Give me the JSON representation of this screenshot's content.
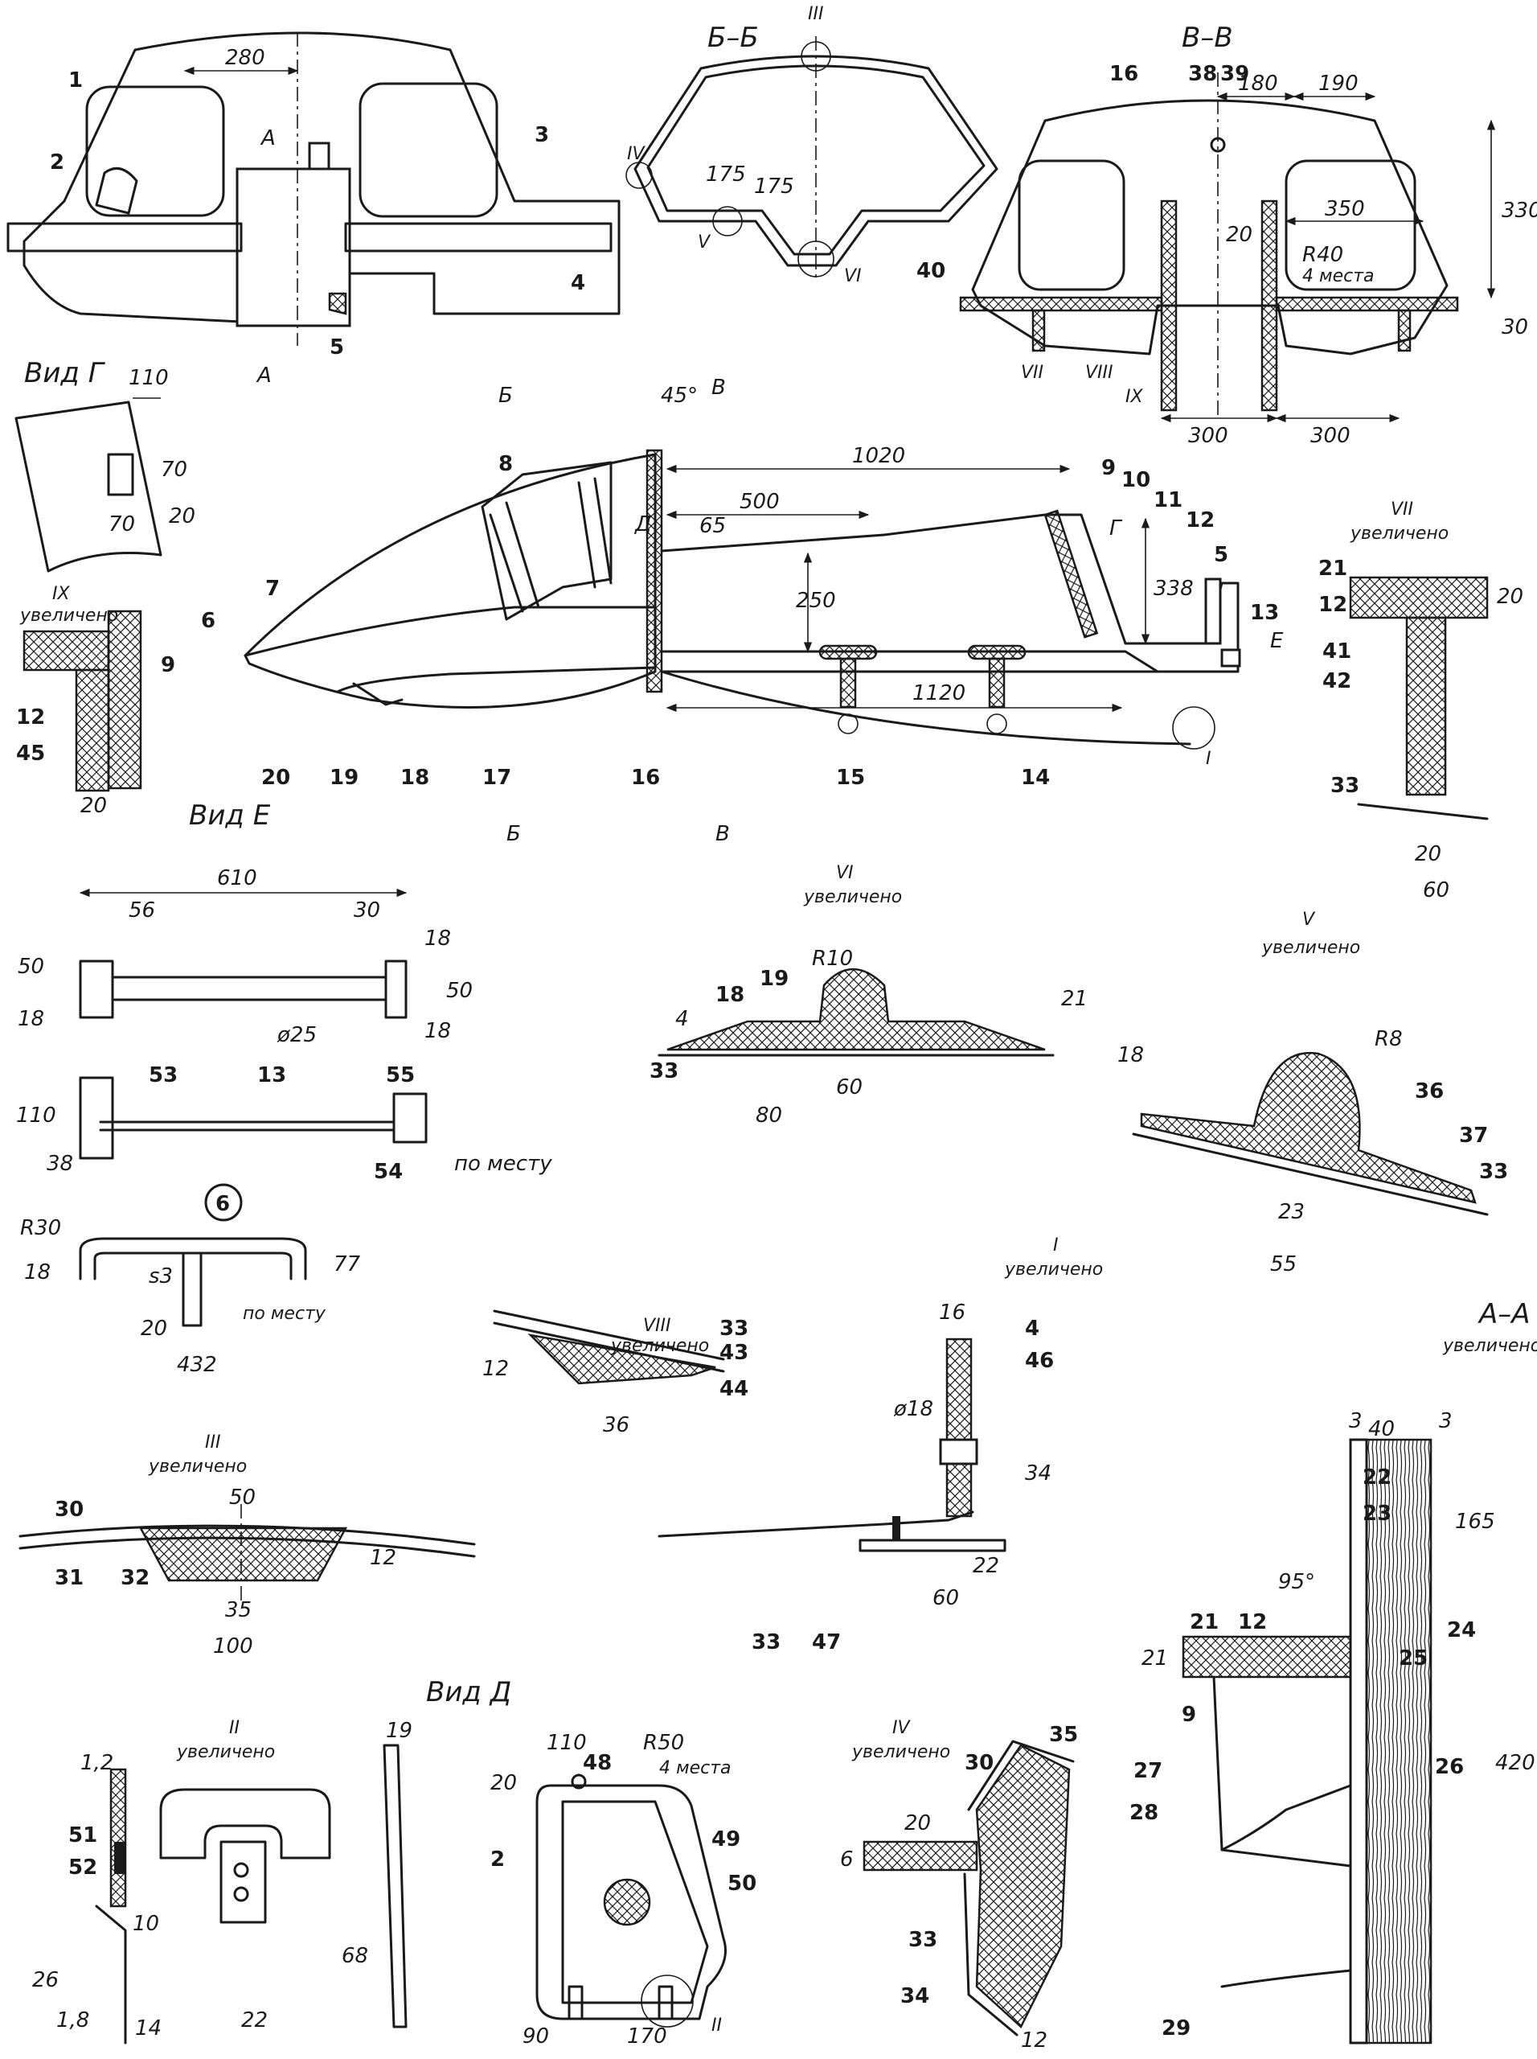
{
  "sections": {
    "bb": "Б–Б",
    "vv": "В–В",
    "view_g": "Вид Г",
    "view_e": "Вид Е",
    "view_d": "Вид Д",
    "aa": "А–А",
    "enlarged": "увеличено"
  },
  "roman": {
    "I": "I",
    "II": "II",
    "III": "III",
    "IV": "IV",
    "V": "V",
    "VI": "VI",
    "VII": "VII",
    "VIII": "VIII",
    "IX": "IX"
  },
  "cut_letters": {
    "A": "А",
    "B": "Б",
    "V": "В",
    "D": "Д",
    "G": "Г",
    "E": "Е"
  },
  "front_view": {
    "dims": [
      "280"
    ],
    "parts": [
      "1",
      "2",
      "3",
      "4",
      "5"
    ]
  },
  "bb_view": {
    "dims": [
      "175",
      "175"
    ]
  },
  "vv_view": {
    "dims": [
      "180",
      "190",
      "350",
      "330",
      "20",
      "R40",
      "4 места",
      "30",
      "300",
      "300"
    ],
    "parts": [
      "16",
      "38",
      "39",
      "40"
    ]
  },
  "view_g_dims": [
    "110",
    "70",
    "70",
    "20"
  ],
  "side_view": {
    "dims": [
      "45°",
      "1020",
      "500",
      "65",
      "250",
      "338",
      "1120"
    ],
    "parts": [
      "5",
      "6",
      "7",
      "8",
      "9",
      "10",
      "11",
      "12",
      "13",
      "14",
      "15",
      "16",
      "17",
      "18",
      "19",
      "20"
    ]
  },
  "ix_detail": {
    "dims": [
      "20"
    ],
    "parts": [
      "9",
      "12",
      "45"
    ]
  },
  "vii_detail": {
    "dims": [
      "20",
      "20",
      "60"
    ],
    "parts": [
      "21",
      "12",
      "41",
      "42",
      "33"
    ]
  },
  "view_e_dims": {
    "top": [
      "610",
      "56",
      "30",
      "50",
      "18",
      "18",
      "50",
      "18",
      "ø25"
    ],
    "mid": [
      "110",
      "38",
      "по месту"
    ],
    "parts": [
      "53",
      "13",
      "55",
      "54"
    ]
  },
  "handle": {
    "number": "6",
    "dims": [
      "R30",
      "18",
      "s3",
      "77",
      "20",
      "432",
      "по месту"
    ]
  },
  "vi_detail": {
    "dims": [
      "R10",
      "21",
      "4",
      "60",
      "80"
    ],
    "parts": [
      "18",
      "19",
      "33"
    ]
  },
  "v_detail": {
    "dims": [
      "18",
      "R8",
      "23",
      "55"
    ],
    "parts": [
      "36",
      "37",
      "33"
    ]
  },
  "viii_detail": {
    "dims": [
      "12",
      "36"
    ],
    "parts": [
      "33",
      "43",
      "44"
    ]
  },
  "i_detail": {
    "dims": [
      "16",
      "ø18",
      "34",
      "22",
      "60"
    ],
    "parts": [
      "4",
      "46",
      "33",
      "47"
    ]
  },
  "iii_detail": {
    "dims": [
      "50",
      "35",
      "12",
      "100"
    ],
    "parts": [
      "30",
      "31",
      "32"
    ]
  },
  "aa_detail": {
    "dims": [
      "40",
      "3",
      "3",
      "95°",
      "165",
      "420",
      "21"
    ],
    "parts": [
      "22",
      "23",
      "24",
      "25",
      "26",
      "27",
      "28",
      "29",
      "21",
      "12",
      "9"
    ]
  },
  "ii_detail": {
    "dims": [
      "1,2",
      "26",
      "1,8",
      "10",
      "14",
      "22",
      "68"
    ],
    "parts": [
      "51",
      "52"
    ]
  },
  "view_d_detail": {
    "dims": [
      "19",
      "20",
      "110",
      "R50",
      "4 места",
      "90",
      "170"
    ],
    "parts": [
      "2",
      "48",
      "49",
      "50"
    ]
  },
  "iv_detail": {
    "dims": [
      "20",
      "6",
      "12"
    ],
    "parts": [
      "35",
      "30",
      "33",
      "34"
    ]
  }
}
